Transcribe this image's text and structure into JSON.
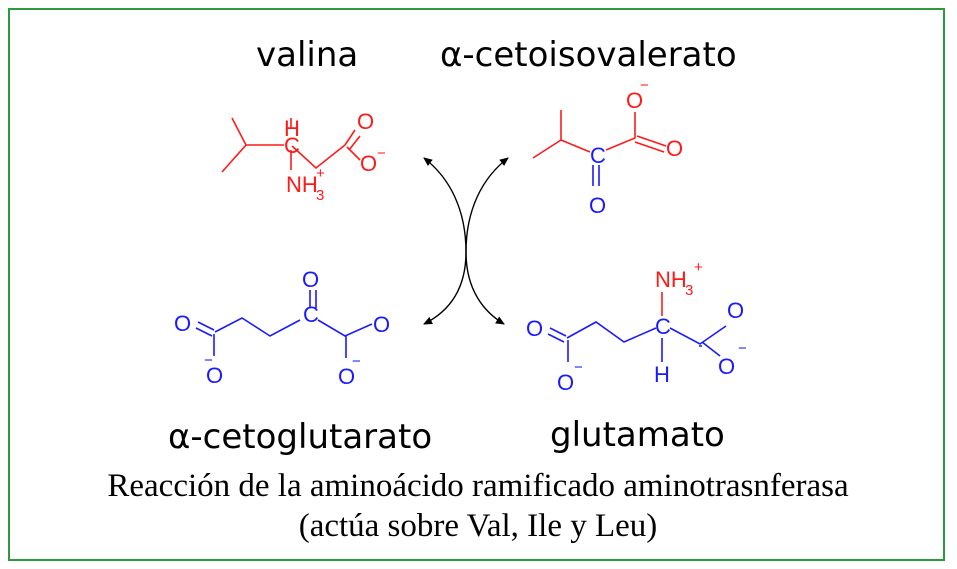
{
  "compounds": {
    "valina": "valina",
    "cetoisovalerato": "α-cetoisovalerato",
    "cetoglutarato": "α-cetoglutarato",
    "glutamato": "glutamato"
  },
  "atoms": {
    "H": "H",
    "C": "C",
    "O": "O",
    "NH": "NH",
    "sub3": "3",
    "plus": "+",
    "minus": "−"
  },
  "caption": {
    "line1": "Reacción de la aminoácido ramificado aminotrasnferasa",
    "line2": "(actúa sobre Val, Ile y Leu)"
  },
  "colors": {
    "border": "#2e9b3a",
    "amino_group_molecule": "#ff1a1a",
    "keto_molecule": "#1a1aff"
  }
}
